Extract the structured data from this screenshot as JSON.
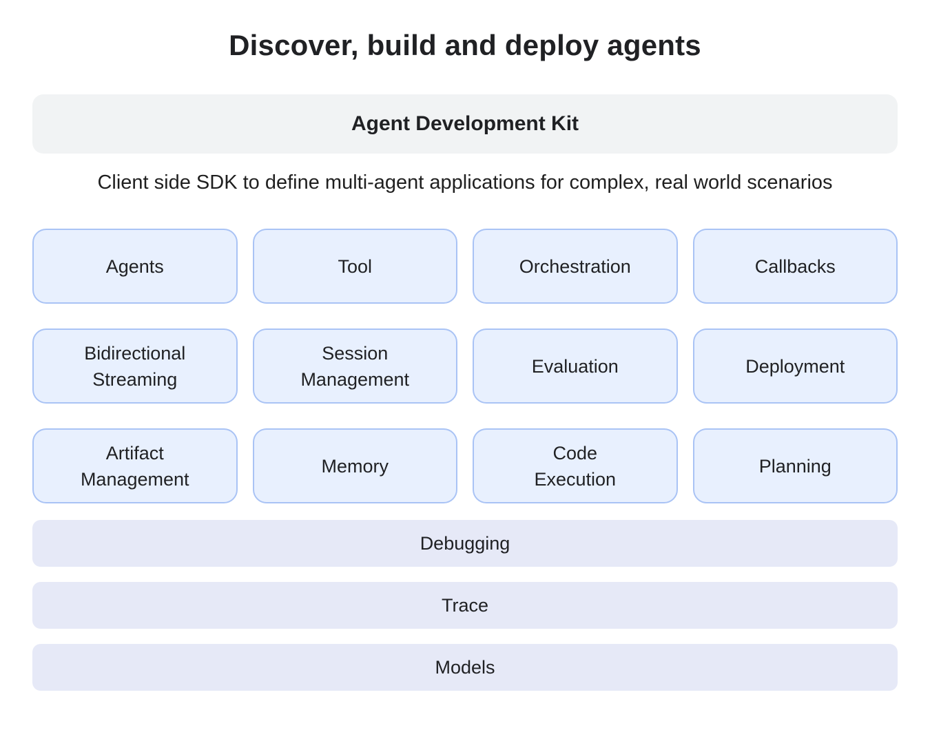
{
  "title": "Discover, build and deploy agents",
  "header": {
    "label": "Agent Development Kit"
  },
  "subtitle": "Client side SDK to define multi-agent applications for complex, real world scenarios",
  "features": [
    {
      "label": "Agents"
    },
    {
      "label": "Tool"
    },
    {
      "label": "Orchestration"
    },
    {
      "label": "Callbacks"
    },
    {
      "label": "Bidirectional\nStreaming"
    },
    {
      "label": "Session\nManagement"
    },
    {
      "label": "Evaluation"
    },
    {
      "label": "Deployment"
    },
    {
      "label": "Artifact\nManagement"
    },
    {
      "label": "Memory"
    },
    {
      "label": "Code\nExecution"
    },
    {
      "label": "Planning"
    }
  ],
  "layers": [
    {
      "label": "Debugging"
    },
    {
      "label": "Trace"
    },
    {
      "label": "Models"
    }
  ],
  "colors": {
    "text": "#202124",
    "header_fill": "#f1f3f4",
    "card_fill": "#e8f0fe",
    "card_border": "#a9c3f5",
    "bar_fill": "#e6e9f7"
  }
}
